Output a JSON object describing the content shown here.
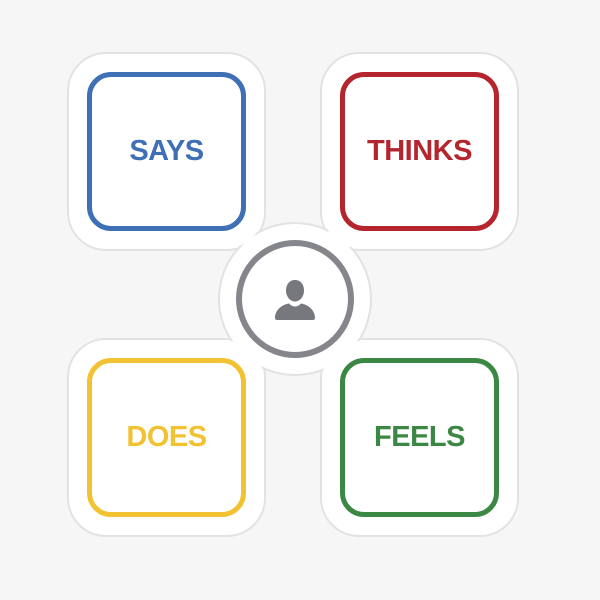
{
  "colors": {
    "background": "#f6f6f6",
    "sticker_fill": "#ffffff",
    "sticker_outline": "#e2e2e2",
    "says": "#3f6fb5",
    "thinks": "#b4252e",
    "does": "#f2c233",
    "feels": "#3b8744",
    "center_ring": "#85868b",
    "person": "#77787d"
  },
  "quadrants": {
    "says": {
      "label": "SAYS"
    },
    "thinks": {
      "label": "THINKS"
    },
    "does": {
      "label": "DOES"
    },
    "feels": {
      "label": "FEELS"
    }
  },
  "center": {
    "icon": "person-icon"
  }
}
